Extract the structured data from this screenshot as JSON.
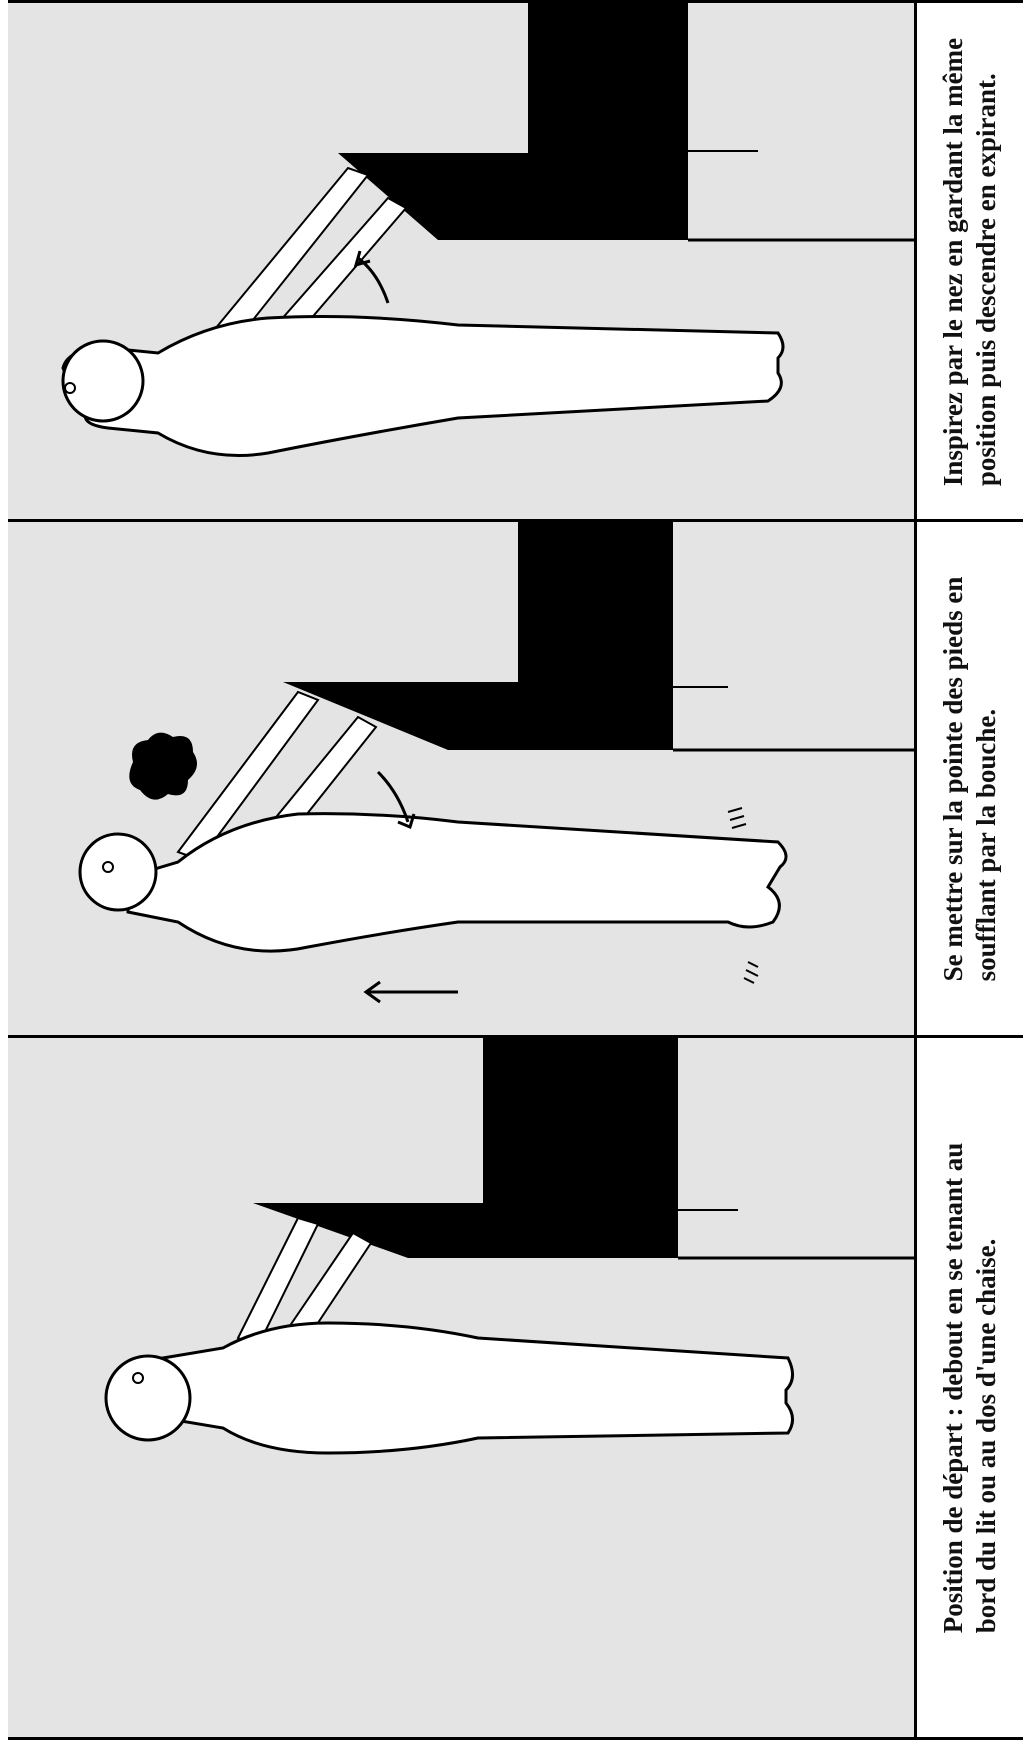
{
  "panels": [
    {
      "id": "panel-1",
      "caption_line1": "Inspirez par le nez en gardant la même",
      "caption_line2": "position puis descendre en expirant."
    },
    {
      "id": "panel-2",
      "caption_line1": "Se mettre sur la pointe des pieds en",
      "caption_line2": "soufflant par la bouche."
    },
    {
      "id": "panel-3",
      "caption_line1": "Position de départ : debout en se tenant au",
      "caption_line2": "bord du lit ou au dos d'une chaise."
    }
  ],
  "colors": {
    "background": "#e4e4e4",
    "ink": "#000000",
    "figure_fill": "#ffffff"
  }
}
